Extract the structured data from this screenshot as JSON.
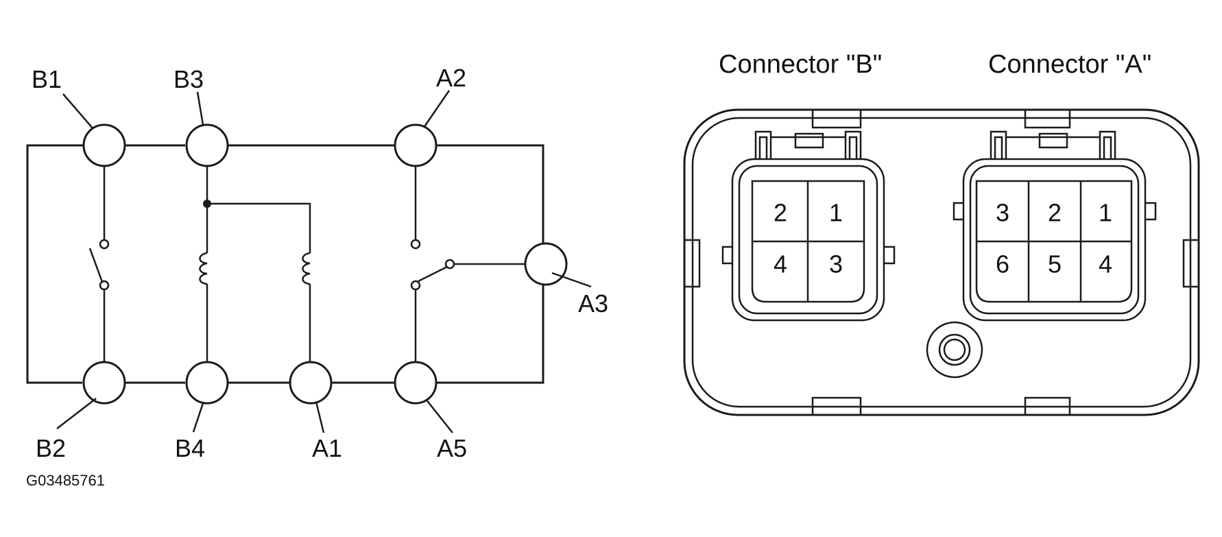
{
  "schematic": {
    "terminals": {
      "B1": "B1",
      "B2": "B2",
      "B3": "B3",
      "B4": "B4",
      "A1": "A1",
      "A2": "A2",
      "A3": "A3",
      "A5": "A5"
    },
    "figure_code": "G03485761"
  },
  "connectors": {
    "B": {
      "title": "Connector \"B\"",
      "pins": [
        "2",
        "1",
        "4",
        "3"
      ]
    },
    "A": {
      "title": "Connector \"A\"",
      "pins": [
        "3",
        "2",
        "1",
        "6",
        "5",
        "4"
      ]
    }
  },
  "colors": {
    "line": "#1a1a1a",
    "background": "#ffffff"
  }
}
